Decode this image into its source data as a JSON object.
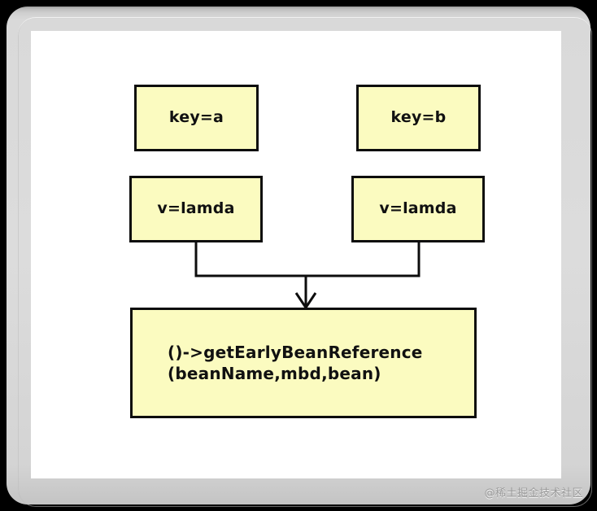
{
  "canvas": {
    "background_color": "#ffffff",
    "frame_color": "#d6d6d6",
    "backdrop_color": "#000000"
  },
  "diagram": {
    "type": "flowchart",
    "node_fill_color": "#fbfbc0",
    "node_border_color": "#0d0d0d",
    "nodes": [
      {
        "id": "key-a",
        "label": "key=a"
      },
      {
        "id": "key-b",
        "label": "key=b"
      },
      {
        "id": "v-left",
        "label": "v=lamda"
      },
      {
        "id": "v-right",
        "label": "v=lamda"
      },
      {
        "id": "target",
        "label": "()->getEarlyBeanReference\n(beanName,mbd,bean)"
      }
    ],
    "edges": [
      {
        "from": "v-left",
        "to": "target",
        "arrow": "open-v"
      },
      {
        "from": "v-right",
        "to": "target",
        "arrow": "open-v"
      }
    ]
  },
  "watermark": {
    "text": "@稀土掘金技术社区"
  }
}
